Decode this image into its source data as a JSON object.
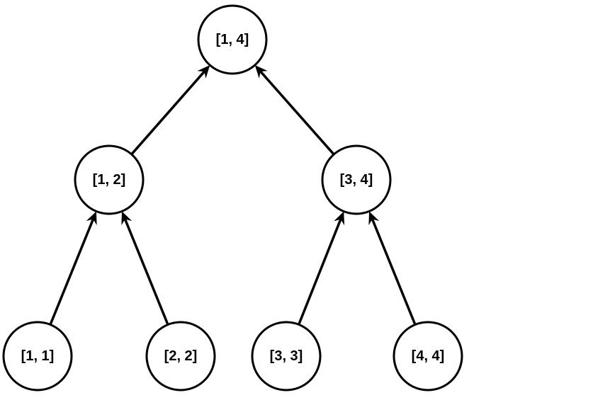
{
  "diagram": {
    "type": "tree",
    "edge_color": "#000000",
    "node_fill": "#ffffff",
    "node_stroke": "#000000",
    "nodes": [
      {
        "id": "n14",
        "label": "[1, 4]"
      },
      {
        "id": "n12",
        "label": "[1, 2]"
      },
      {
        "id": "n34",
        "label": "[3, 4]"
      },
      {
        "id": "n11",
        "label": "[1, 1]"
      },
      {
        "id": "n22",
        "label": "[2, 2]"
      },
      {
        "id": "n33",
        "label": "[3, 3]"
      },
      {
        "id": "n44",
        "label": "[4, 4]"
      }
    ],
    "edges": [
      {
        "from": "n12",
        "to": "n14"
      },
      {
        "from": "n34",
        "to": "n14"
      },
      {
        "from": "n11",
        "to": "n12"
      },
      {
        "from": "n22",
        "to": "n12"
      },
      {
        "from": "n33",
        "to": "n34"
      },
      {
        "from": "n44",
        "to": "n34"
      }
    ]
  }
}
